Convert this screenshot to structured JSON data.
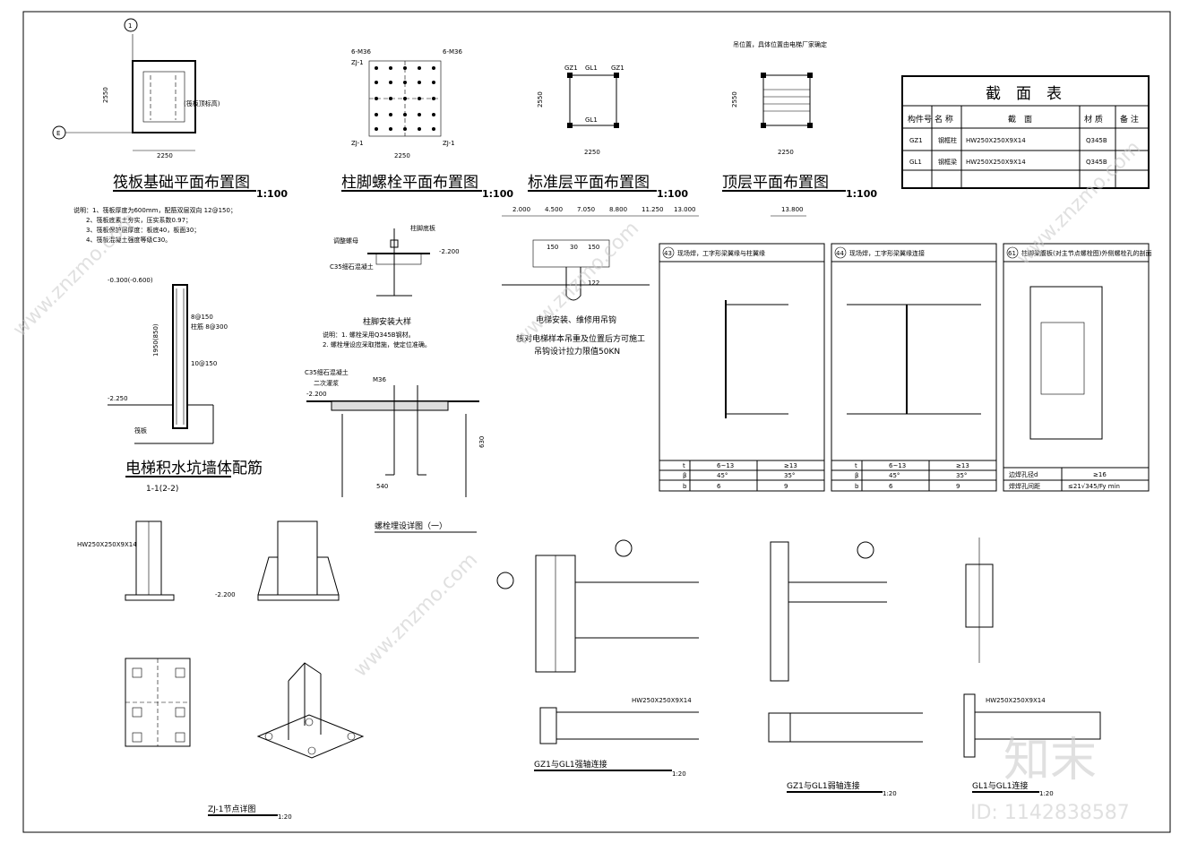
{
  "titles": {
    "raft_plan": "筏板基础平面布置图",
    "raft_plan_scale": "1:100",
    "bolt_plan": "柱脚螺栓平面布置图",
    "bolt_plan_scale": "1:100",
    "std_floor": "标准层平面布置图",
    "std_floor_scale": "1:100",
    "top_floor": "顶层平面布置图",
    "top_floor_scale": "1:100",
    "pit_wall": "电梯积水坑墙体配筋",
    "pit_wall_sub": "1-1(2-2)",
    "base_install": "柱脚安装大样",
    "bolt_embed": "螺栓埋设详图（一）",
    "hook": "电梯安装、维修用吊钩",
    "zj1": "ZJ-1节点详图",
    "zj1_scale": "1:20",
    "gz_strong": "GZ1与GL1强轴连接",
    "gz_strong_scale": "1:20",
    "gz_weak": "GZ1与GL1弱轴连接",
    "gz_weak_scale": "1:20",
    "gl_gl": "GL1与GL1连接",
    "gl_gl_scale": "1:20"
  },
  "notes": {
    "raft": [
      "说明：1、筏板厚度为600mm，配筋双层双向 12@150；",
      "2、筏板底素土夯实，压实系数0.97；",
      "3、筏板保护层厚度：板底40，板面30；",
      "4、筏板混凝土强度等级C30。"
    ],
    "base": [
      "说明：1. 螺栓采用Q345B钢材。",
      "2. 螺栓埋设应采取措施，使定位准确。"
    ],
    "hook": [
      "核对电梯样本吊重及位置后方可施工",
      "吊钩设计拉力限值50KN"
    ],
    "top_hint": "吊位置，具体位置由电梯厂家确定"
  },
  "section_table": {
    "title": "截　面　表",
    "headers": [
      "构件号",
      "名 称",
      "截　面",
      "材 质",
      "备 注"
    ],
    "rows": [
      [
        "GZ1",
        "钢框柱",
        "HW250X250X9X14",
        "Q345B",
        ""
      ],
      [
        "GL1",
        "钢框梁",
        "HW250X250X9X14",
        "Q345B",
        ""
      ]
    ]
  },
  "detail_boxes": [
    {
      "num": "43",
      "title": "现场焊，工字形梁翼缘与柱翼缘",
      "rows": [
        [
          "t",
          "6~13",
          "≥13"
        ],
        [
          "β",
          "45°",
          "35°"
        ],
        [
          "b",
          "6",
          "9"
        ]
      ]
    },
    {
      "num": "44",
      "title": "现场焊，工字形梁翼缘连接",
      "rows": [
        [
          "t",
          "6~13",
          "≥13"
        ],
        [
          "β",
          "45°",
          "35°"
        ],
        [
          "b",
          "6",
          "9"
        ]
      ]
    },
    {
      "num": "61",
      "title": "柱脚梁腹板(对主节点螺栓图)外侧螺栓孔的剖面",
      "rows": [
        [
          "边焊孔径d",
          "≥16"
        ],
        [
          "焊焊孔间距",
          "≤21√345/Fy min"
        ]
      ]
    }
  ],
  "levels": {
    "std": [
      "2.000",
      "4.500",
      "7.050",
      "8.800",
      "11.250",
      "13.000"
    ],
    "top": "13.800",
    "pit_top": "-0.300(-0.600)",
    "pit_bot": "-2.250",
    "base": "-2.200",
    "embed": "-2.200"
  },
  "dims": {
    "raft_w": "2250",
    "raft_h": "2550",
    "bolt_w": "2250",
    "std_w": "2250",
    "std_h": "2550",
    "top_w": "2250",
    "top_h": "2550",
    "pit_h": "1950(850)",
    "embed_h": "630",
    "embed_w": "540"
  },
  "labels": {
    "axis_1": "1",
    "axis_e": "E",
    "gz1": "GZ1",
    "gl1": "GL1",
    "zj1": "ZJ-1",
    "bolt_m": "6-M36",
    "hw": "HW250X250X9X14",
    "c35": "C35细石混凝土",
    "grout": "二次灌浆",
    "m36": "M36",
    "adj_nut": "调整螺母",
    "base_plate": "柱脚底板",
    "raft_word": "筏板",
    "plate_ref": "(筏板顶标高)",
    "hook_dim1": "150",
    "hook_dim2": "30",
    "hook_dim3": "150",
    "hook_rod": "122",
    "rebar_1": "8@150",
    "rebar_2": "柱筋 8@300",
    "rebar_3": "10@150"
  },
  "watermark": {
    "brand": "知末",
    "url": "www.znzmo.com",
    "id": "ID: 1142838587"
  }
}
